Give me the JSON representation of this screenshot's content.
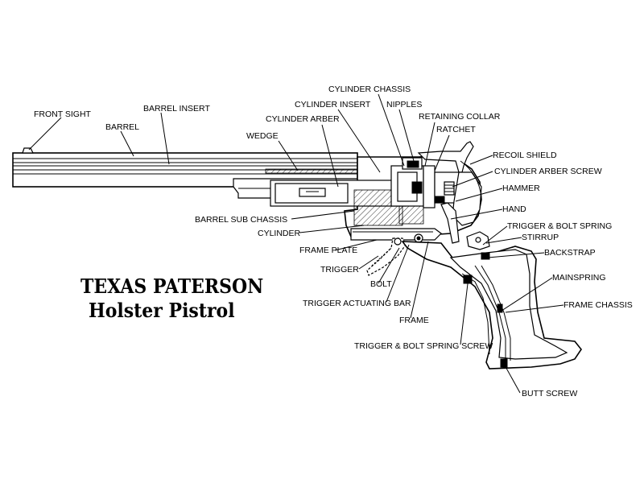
{
  "title": {
    "line1": "TEXAS PATERSON",
    "line2": "Holster Pistrol"
  },
  "labels": {
    "front_sight": "FRONT SIGHT",
    "barrel_insert": "BARREL INSERT",
    "barrel": "BARREL",
    "wedge": "WEDGE",
    "cylinder_arber": "CYLINDER ARBER",
    "cylinder_insert": "CYLINDER INSERT",
    "cylinder_chassis": "CYLINDER CHASSIS",
    "nipples": "NIPPLES",
    "retaining_collar": "RETAINING COLLAR",
    "ratchet": "RATCHET",
    "recoil_shield": "RECOIL SHIELD",
    "cylinder_arber_screw": "CYLINDER ARBER SCREW",
    "hammer": "HAMMER",
    "hand": "HAND",
    "trigger_bolt_spring": "TRIGGER & BOLT SPRING",
    "stirrup": "STIRRUP",
    "backstrap": "BACKSTRAP",
    "mainspring": "MAINSPRING",
    "frame_chassis": "FRAME CHASSIS",
    "barrel_sub_chassis": "BARREL SUB CHASSIS",
    "cylinder": "CYLINDER",
    "frame_plate": "FRAME PLATE",
    "trigger": "TRIGGER",
    "bolt": "BOLT",
    "trigger_actuating_bar": "TRIGGER ACTUATING BAR",
    "frame": "FRAME",
    "trigger_bolt_spring_screw": "TRIGGER & BOLT SPRING SCREW",
    "butt_screw": "BUTT SCREW"
  }
}
